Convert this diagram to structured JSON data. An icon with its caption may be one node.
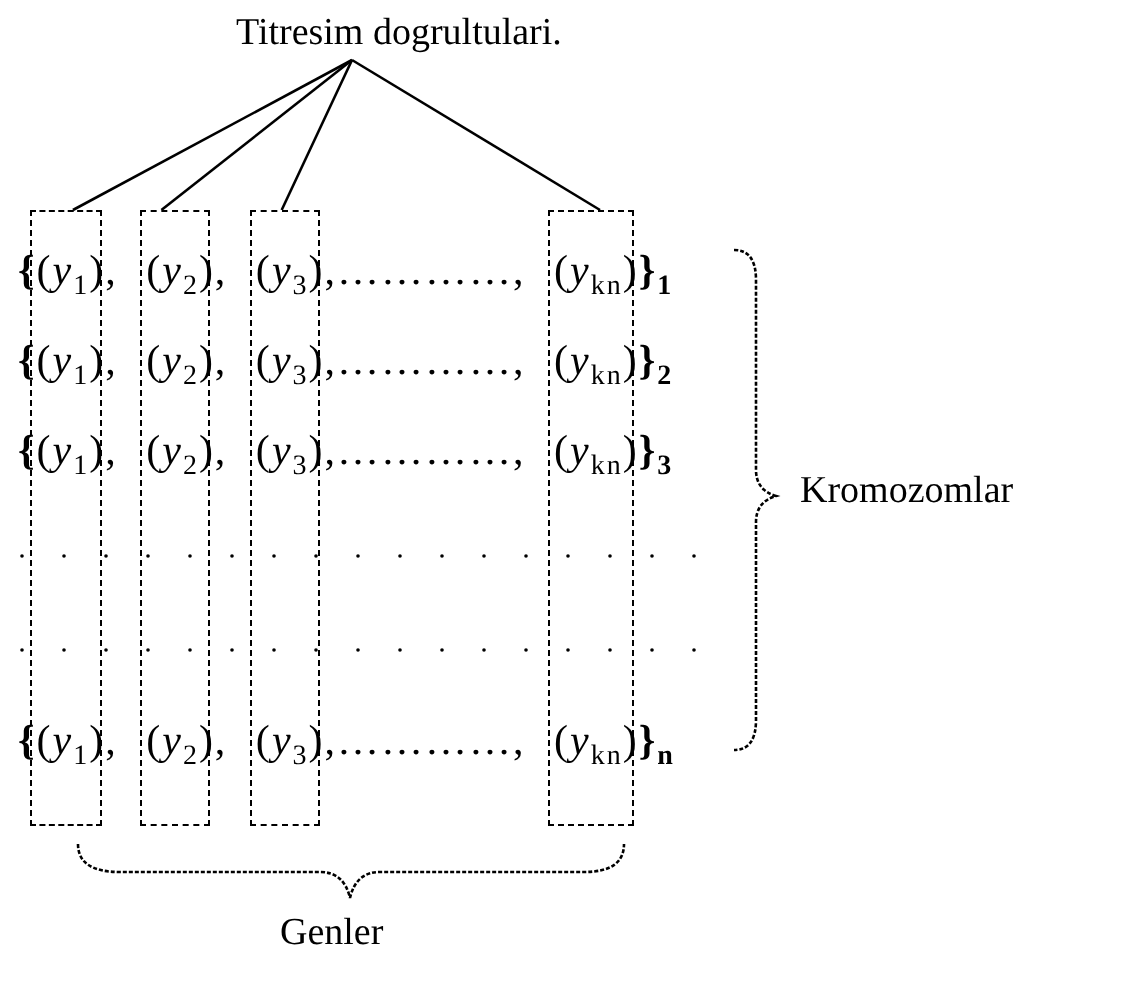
{
  "diagram": {
    "nodes": [
      {
        "text": [
          "Titresim dogrultulari."
        ]
      },
      {
        "text": [],
        "shape": "box"
      },
      {
        "text": [],
        "shape": "box"
      },
      {
        "text": [],
        "shape": "box"
      },
      {
        "text": [],
        "shape": "box"
      }
    ],
    "edges": [
      {
        "from": 0,
        "to": 1,
        "arrow": "none"
      },
      {
        "from": 0,
        "to": 2,
        "arrow": "none"
      },
      {
        "from": 0,
        "to": 3,
        "arrow": "none"
      },
      {
        "from": 0,
        "to": 4,
        "arrow": "none"
      }
    ],
    "labels": [
      "**{**(*y*$_{1}$), (*y*$_{2}$), (*y*$_{3}$),…………, (*y*$_{kn}$)**}**$_{1}$",
      "**{**(*y*$_{1}$), (*y*$_{2}$), (*y*$_{3}$),…………, (*y*$_{kn}$)**}**$_{2}$",
      "**{**(*y*$_{1}$), (*y*$_{2}$), (*y*$_{3}$),…………, (*y*$_{kn}$)**}**$_{3}$",
      "**{**(*y*$_{1}$), (*y*$_{2}$), (*y*$_{3}$),…………, (*y*$_{kn}$)**}**$_{n}$",
      "Kromozomlar",
      "Genler"
    ]
  }
}
